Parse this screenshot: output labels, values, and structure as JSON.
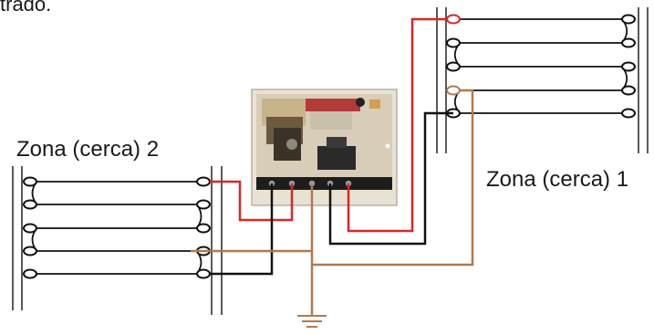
{
  "labels": {
    "top_partial": "trado.",
    "zone2": "Zona (cerca) 2",
    "zone1": "Zona (cerca) 1"
  },
  "colors": {
    "hot_wire": "#d62828",
    "return_wire": "#111111",
    "ground_wire": "#b07a4f",
    "fence_wire": "#111111",
    "post": "#222222",
    "panel": "#ece4d6"
  },
  "icons": {
    "ground": "ground-symbol-icon",
    "insulator": "insulator-icon"
  }
}
